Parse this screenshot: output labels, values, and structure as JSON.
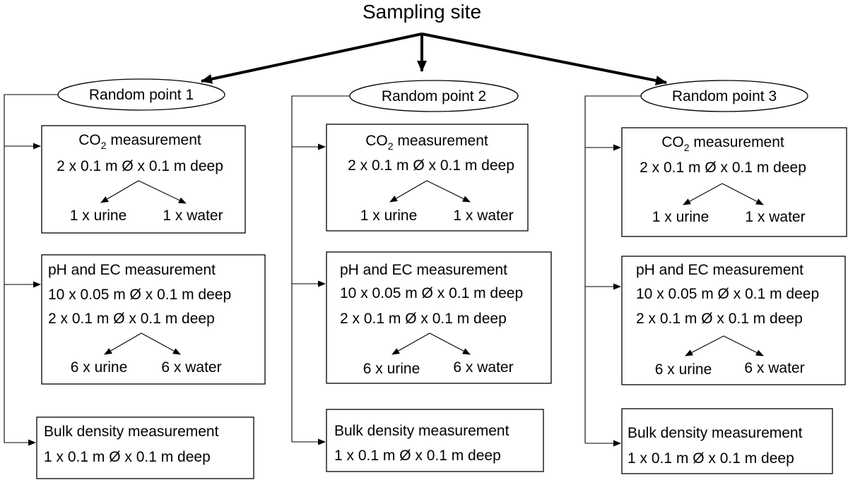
{
  "root": {
    "label": "Sampling site"
  },
  "columns": [
    {
      "point_label": "Random point 1",
      "co2": {
        "title_prefix": "CO",
        "title_sub": "2",
        "title_suffix": " measurement",
        "lines": [
          "2 x 0.1 m Ø x 0.1 m deep"
        ],
        "left_branch": "1 x urine",
        "right_branch": "1 x water"
      },
      "ph": {
        "title": "pH and EC measurement",
        "lines": [
          "10 x 0.05 m Ø x 0.1 m deep",
          "2 x 0.1 m Ø x 0.1 m deep"
        ],
        "left_branch": "6 x urine",
        "right_branch": "6 x water"
      },
      "bulk": {
        "title": "Bulk density measurement",
        "lines": [
          "1 x 0.1 m Ø x 0.1 m deep"
        ]
      }
    },
    {
      "point_label": "Random point 2",
      "co2": {
        "title_prefix": "CO",
        "title_sub": "2",
        "title_suffix": " measurement",
        "lines": [
          "2 x 0.1 m Ø x 0.1 m deep"
        ],
        "left_branch": "1 x urine",
        "right_branch": "1 x water"
      },
      "ph": {
        "title": "pH and EC measurement",
        "lines": [
          "10 x 0.05 m Ø x 0.1 m deep",
          "2 x 0.1 m Ø x 0.1 m deep"
        ],
        "left_branch": "6 x urine",
        "right_branch": "6 x water"
      },
      "bulk": {
        "title": "Bulk density measurement",
        "lines": [
          "1 x 0.1 m Ø x 0.1 m deep"
        ]
      }
    },
    {
      "point_label": "Random point 3",
      "co2": {
        "title_prefix": "CO",
        "title_sub": "2",
        "title_suffix": " measurement",
        "lines": [
          "2 x 0.1 m Ø x 0.1 m deep"
        ],
        "left_branch": "1 x urine",
        "right_branch": "1 x water"
      },
      "ph": {
        "title": "pH and EC measurement",
        "lines": [
          "10 x 0.05 m Ø x 0.1 m deep",
          "2 x 0.1 m Ø x 0.1 m deep"
        ],
        "left_branch": "6 x urine",
        "right_branch": "6 x water"
      },
      "bulk": {
        "title": "Bulk density measurement",
        "lines": [
          "1 x 0.1 m Ø x 0.1 m deep"
        ]
      }
    }
  ]
}
